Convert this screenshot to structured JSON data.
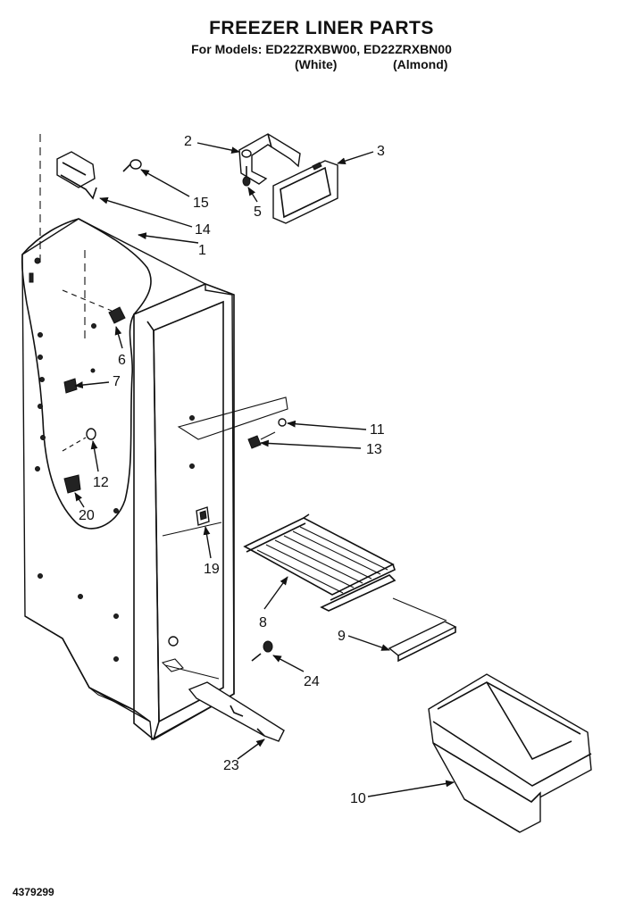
{
  "title": "FREEZER LINER PARTS",
  "models_line": "For Models: ED22ZRXBW00, ED22ZRXBN00",
  "color_white": "(White)",
  "color_almond": "(Almond)",
  "part_number": "4379299",
  "callouts": [
    "1",
    "2",
    "3",
    "5",
    "6",
    "7",
    "8",
    "9",
    "10",
    "11",
    "12",
    "13",
    "14",
    "15",
    "19",
    "20",
    "23",
    "24"
  ]
}
